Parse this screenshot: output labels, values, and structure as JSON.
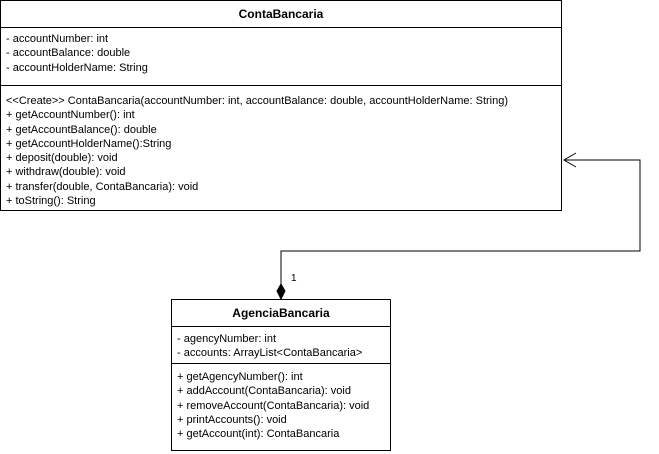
{
  "classes": {
    "conta": {
      "name": "ContaBancaria",
      "attributes": [
        "- accountNumber: int",
        "- accountBalance: double",
        "- accountHolderName: String"
      ],
      "operations": [
        "<<Create>> ContaBancaria(accountNumber: int, accountBalance: double, accountHolderName: String)",
        "+ getAccountNumber(): int",
        "+ getAccountBalance(): double",
        "+ getAccountHolderName():String",
        "+ deposit(double): void",
        "+ withdraw(double): void",
        "+ transfer(double, ContaBancaria): void",
        "+ toString(): String"
      ]
    },
    "agencia": {
      "name": "AgenciaBancaria",
      "attributes": [
        "- agencyNumber: int",
        "- accounts: ArrayList<ContaBancaria>"
      ],
      "operations": [
        "+ getAgencyNumber(): int",
        "+ addAccount(ContaBancaria): void",
        "+ removeAccount(ContaBancaria): void",
        "+ printAccounts(): void",
        "+ getAccount(int): ContaBancaria"
      ]
    }
  },
  "association": {
    "multiplicity": "1",
    "type": "composition"
  }
}
